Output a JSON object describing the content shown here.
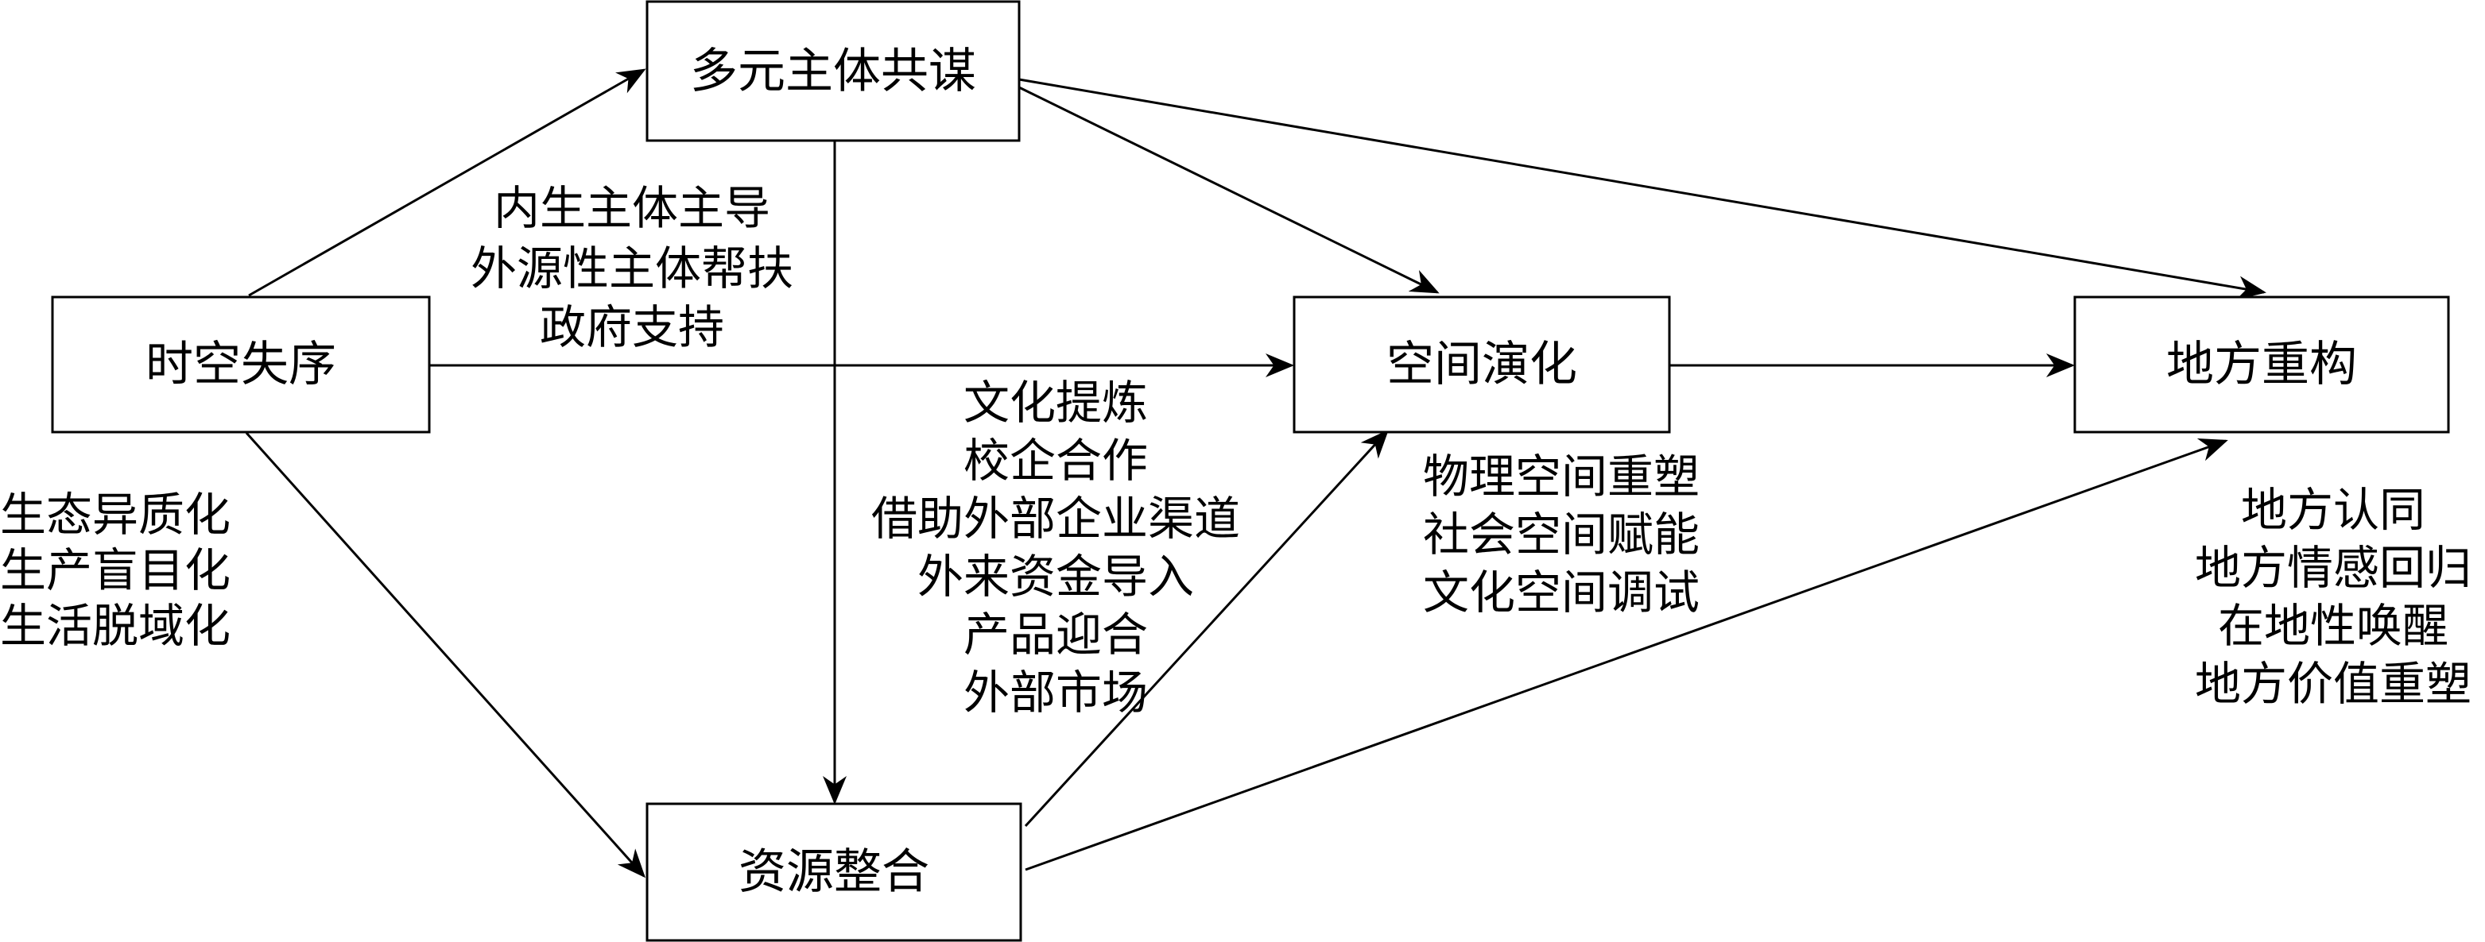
{
  "nodes": {
    "disorder": "时空失序",
    "actors": "多元主体共谋",
    "resources": "资源整合",
    "spatial": "空间演化",
    "place": "地方重构"
  },
  "notes": {
    "disorder": [
      "生态异质化",
      "生产盲目化",
      "生活脱域化"
    ],
    "actors": [
      "内生主体主导",
      "外源性主体帮扶",
      "政府支持"
    ],
    "resources": [
      "文化提炼",
      "校企合作",
      "借助外部企业渠道",
      "外来资金导入",
      "产品迎合",
      "外部市场"
    ],
    "spatial": [
      "物理空间重塑",
      "社会空间赋能",
      "文化空间调试"
    ],
    "place": [
      "地方认同",
      "地方情感回归",
      "在地性唤醒",
      "地方价值重塑"
    ]
  }
}
